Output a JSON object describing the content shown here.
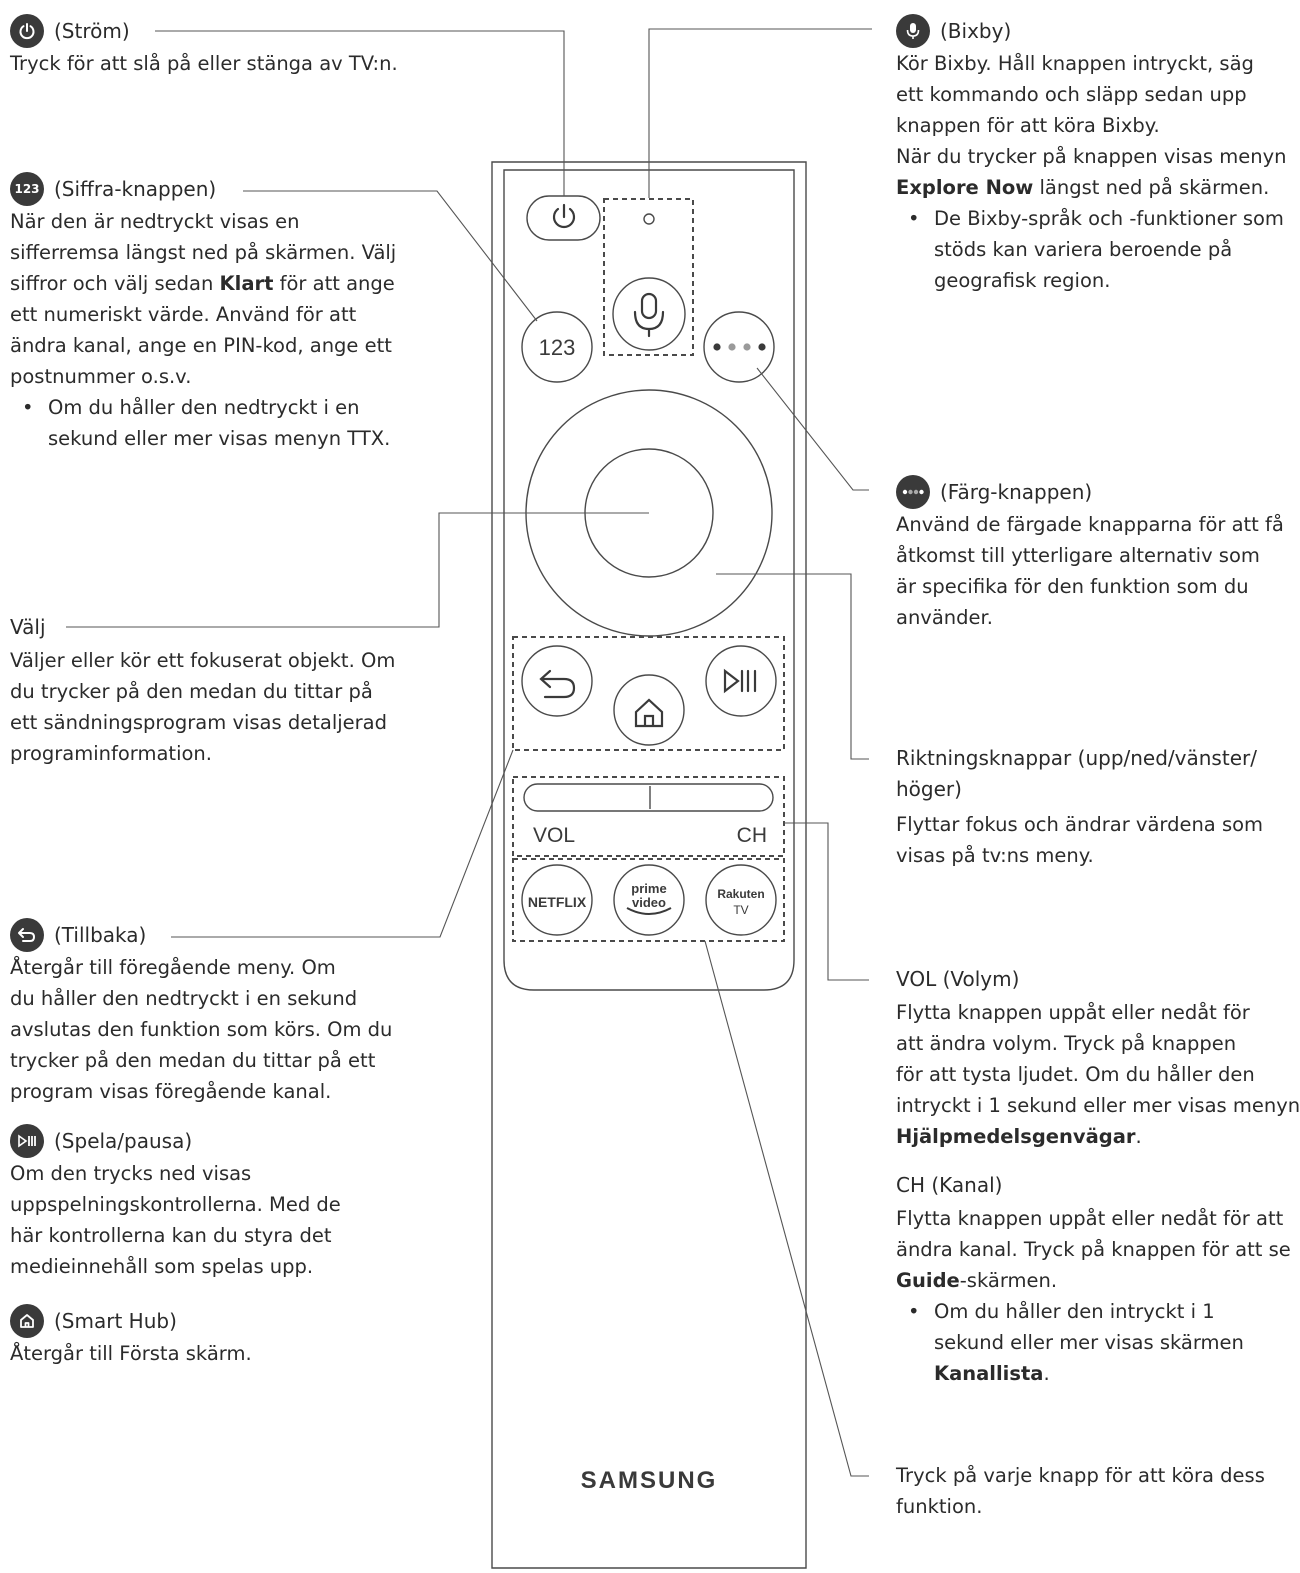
{
  "power": {
    "title": "(Ström)",
    "desc": "Tryck för att slå på eller stänga av TV:n."
  },
  "number": {
    "title": "(Siffra-knappen)",
    "badge": "123",
    "lines": [
      "När den är nedtryckt visas en",
      "sifferremsa längst ned på skärmen. Välj"
    ],
    "line3_pre": "siffror och välj sedan ",
    "line3_bold": "Klart",
    "line3_post": " för att ange",
    "lines2": [
      "ett numeriskt värde. Använd för att",
      "ändra kanal, ange en PIN-kod, ange ett",
      "postnummer o.s.v."
    ],
    "bullet": "Om du håller den nedtryckt i en sekund eller mer visas menyn TTX."
  },
  "select": {
    "title": "Välj",
    "lines": [
      "Väljer eller kör ett fokuserat objekt. Om",
      "du trycker på den medan du tittar på",
      "ett sändningsprogram visas detaljerad",
      "programinformation."
    ]
  },
  "back": {
    "title": "(Tillbaka)",
    "lines": [
      "Återgår till föregående meny. Om",
      "du håller den nedtryckt i en sekund",
      "avslutas den funktion som körs. Om du",
      "trycker på den medan du tittar på ett",
      "program visas föregående kanal."
    ]
  },
  "play": {
    "title": "(Spela/pausa)",
    "lines": [
      "Om den trycks ned visas",
      "uppspelningskontrollerna. Med de",
      "här kontrollerna kan du styra det",
      "medieinnehåll som spelas upp."
    ]
  },
  "home": {
    "title": "(Smart Hub)",
    "desc": "Återgår till Första skärm."
  },
  "bixby": {
    "title": "(Bixby)",
    "lines": [
      "Kör Bixby. Håll knappen intryckt, säg",
      "ett kommando och släpp sedan upp",
      "knappen för att köra Bixby.",
      "När du trycker på knappen visas menyn"
    ],
    "line5_bold": "Explore Now",
    "line5_post": " längst ned på skärmen.",
    "bullet": "De Bixby-språk och -funktioner som stöds kan variera beroende på geografisk region."
  },
  "color": {
    "title": "(Färg-knappen)",
    "lines": [
      "Använd de färgade knapparna för att få",
      "åtkomst till ytterligare alternativ som",
      "är specifika för den funktion som du",
      "använder."
    ]
  },
  "direction": {
    "title_lines": [
      "Riktningsknappar (upp/ned/vänster/",
      "höger)"
    ],
    "lines": [
      "Flyttar fokus och ändrar värdena som",
      "visas på tv:ns meny."
    ]
  },
  "vol": {
    "title": "VOL (Volym)",
    "lines": [
      "Flytta knappen uppåt eller nedåt för",
      "att ändra volym. Tryck på knappen",
      "för att tysta ljudet. Om du håller den",
      "intryckt i 1 sekund eller mer visas menyn"
    ],
    "bold": "Hjälpmedelsgenvägar",
    "post": "."
  },
  "ch": {
    "title": "CH (Kanal)",
    "lines": [
      "Flytta knappen uppåt eller nedåt för att",
      "ändra kanal. Tryck på knappen för att se"
    ],
    "bold": "Guide",
    "post": "-skärmen.",
    "bullet_pre": "Om du håller den intryckt i 1 sekund eller mer visas skärmen ",
    "bullet_bold": "Kanallista",
    "bullet_post": "."
  },
  "apps": {
    "lines": [
      "Tryck på varje knapp för att köra dess",
      "funktion."
    ]
  },
  "remote": {
    "key_123": "123",
    "vol": "VOL",
    "ch": "CH",
    "netflix": "NETFLIX",
    "prime1": "prime",
    "prime2": "video",
    "rakuten1": "Rakuten",
    "rakuten2": "TV",
    "brand": "SAMSUNG"
  }
}
